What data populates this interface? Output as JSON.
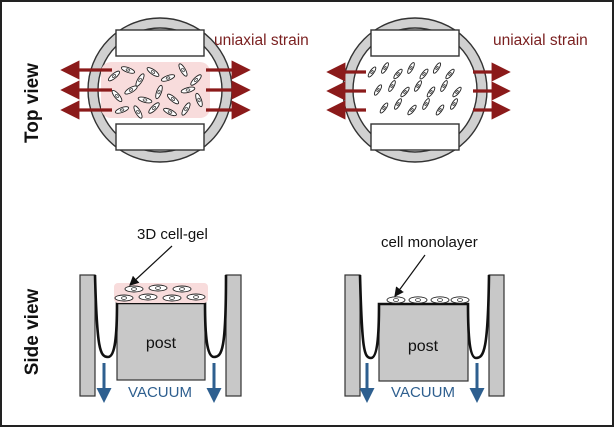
{
  "labels": {
    "top_view": "Top view",
    "side_view": "Side view",
    "strain_left": "uniaxial strain",
    "strain_right": "uniaxial strain",
    "gel": "3D cell-gel",
    "monolayer": "cell monolayer",
    "post_left": "post",
    "post_right": "post",
    "vacuum_left": "VACUUM",
    "vacuum_right": "VACUUM"
  },
  "colors": {
    "strain_arrow": "#8b1a1a",
    "strain_text": "#7a1f1f",
    "vacuum": "#2e5f8f",
    "gel_fill": "#f8dcdc",
    "membrane_ring": "#d0d0d0",
    "post_fill": "#c8c8c8",
    "outline": "#333333"
  }
}
